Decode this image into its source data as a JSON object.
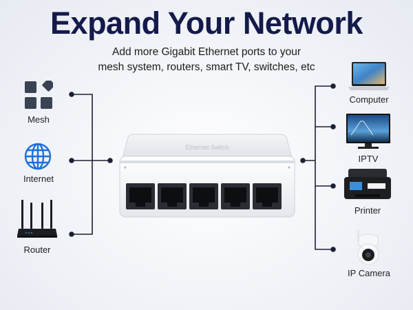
{
  "header": {
    "title": "Expand Your Network",
    "subtitle_line1": "Add more Gigabit Ethernet ports to your",
    "subtitle_line2": "mesh system, routers, smart TV, switches, etc"
  },
  "product": {
    "brand_text": "Ethernet Switch",
    "port_count": 5
  },
  "left_devices": [
    {
      "label": "Mesh",
      "icon": "mesh-tiles-icon"
    },
    {
      "label": "Internet",
      "icon": "globe-icon"
    },
    {
      "label": "Router",
      "icon": "router-icon"
    }
  ],
  "right_devices": [
    {
      "label": "Computer",
      "icon": "laptop-icon"
    },
    {
      "label": "IPTV",
      "icon": "tv-icon"
    },
    {
      "label": "Printer",
      "icon": "printer-icon"
    },
    {
      "label": "IP Camera",
      "icon": "ip-camera-icon"
    }
  ],
  "colors": {
    "title": "#141a4a",
    "accent_blue": "#1e6fd9",
    "mesh_tiles": "#3a4352",
    "connector": "#1a2035"
  }
}
